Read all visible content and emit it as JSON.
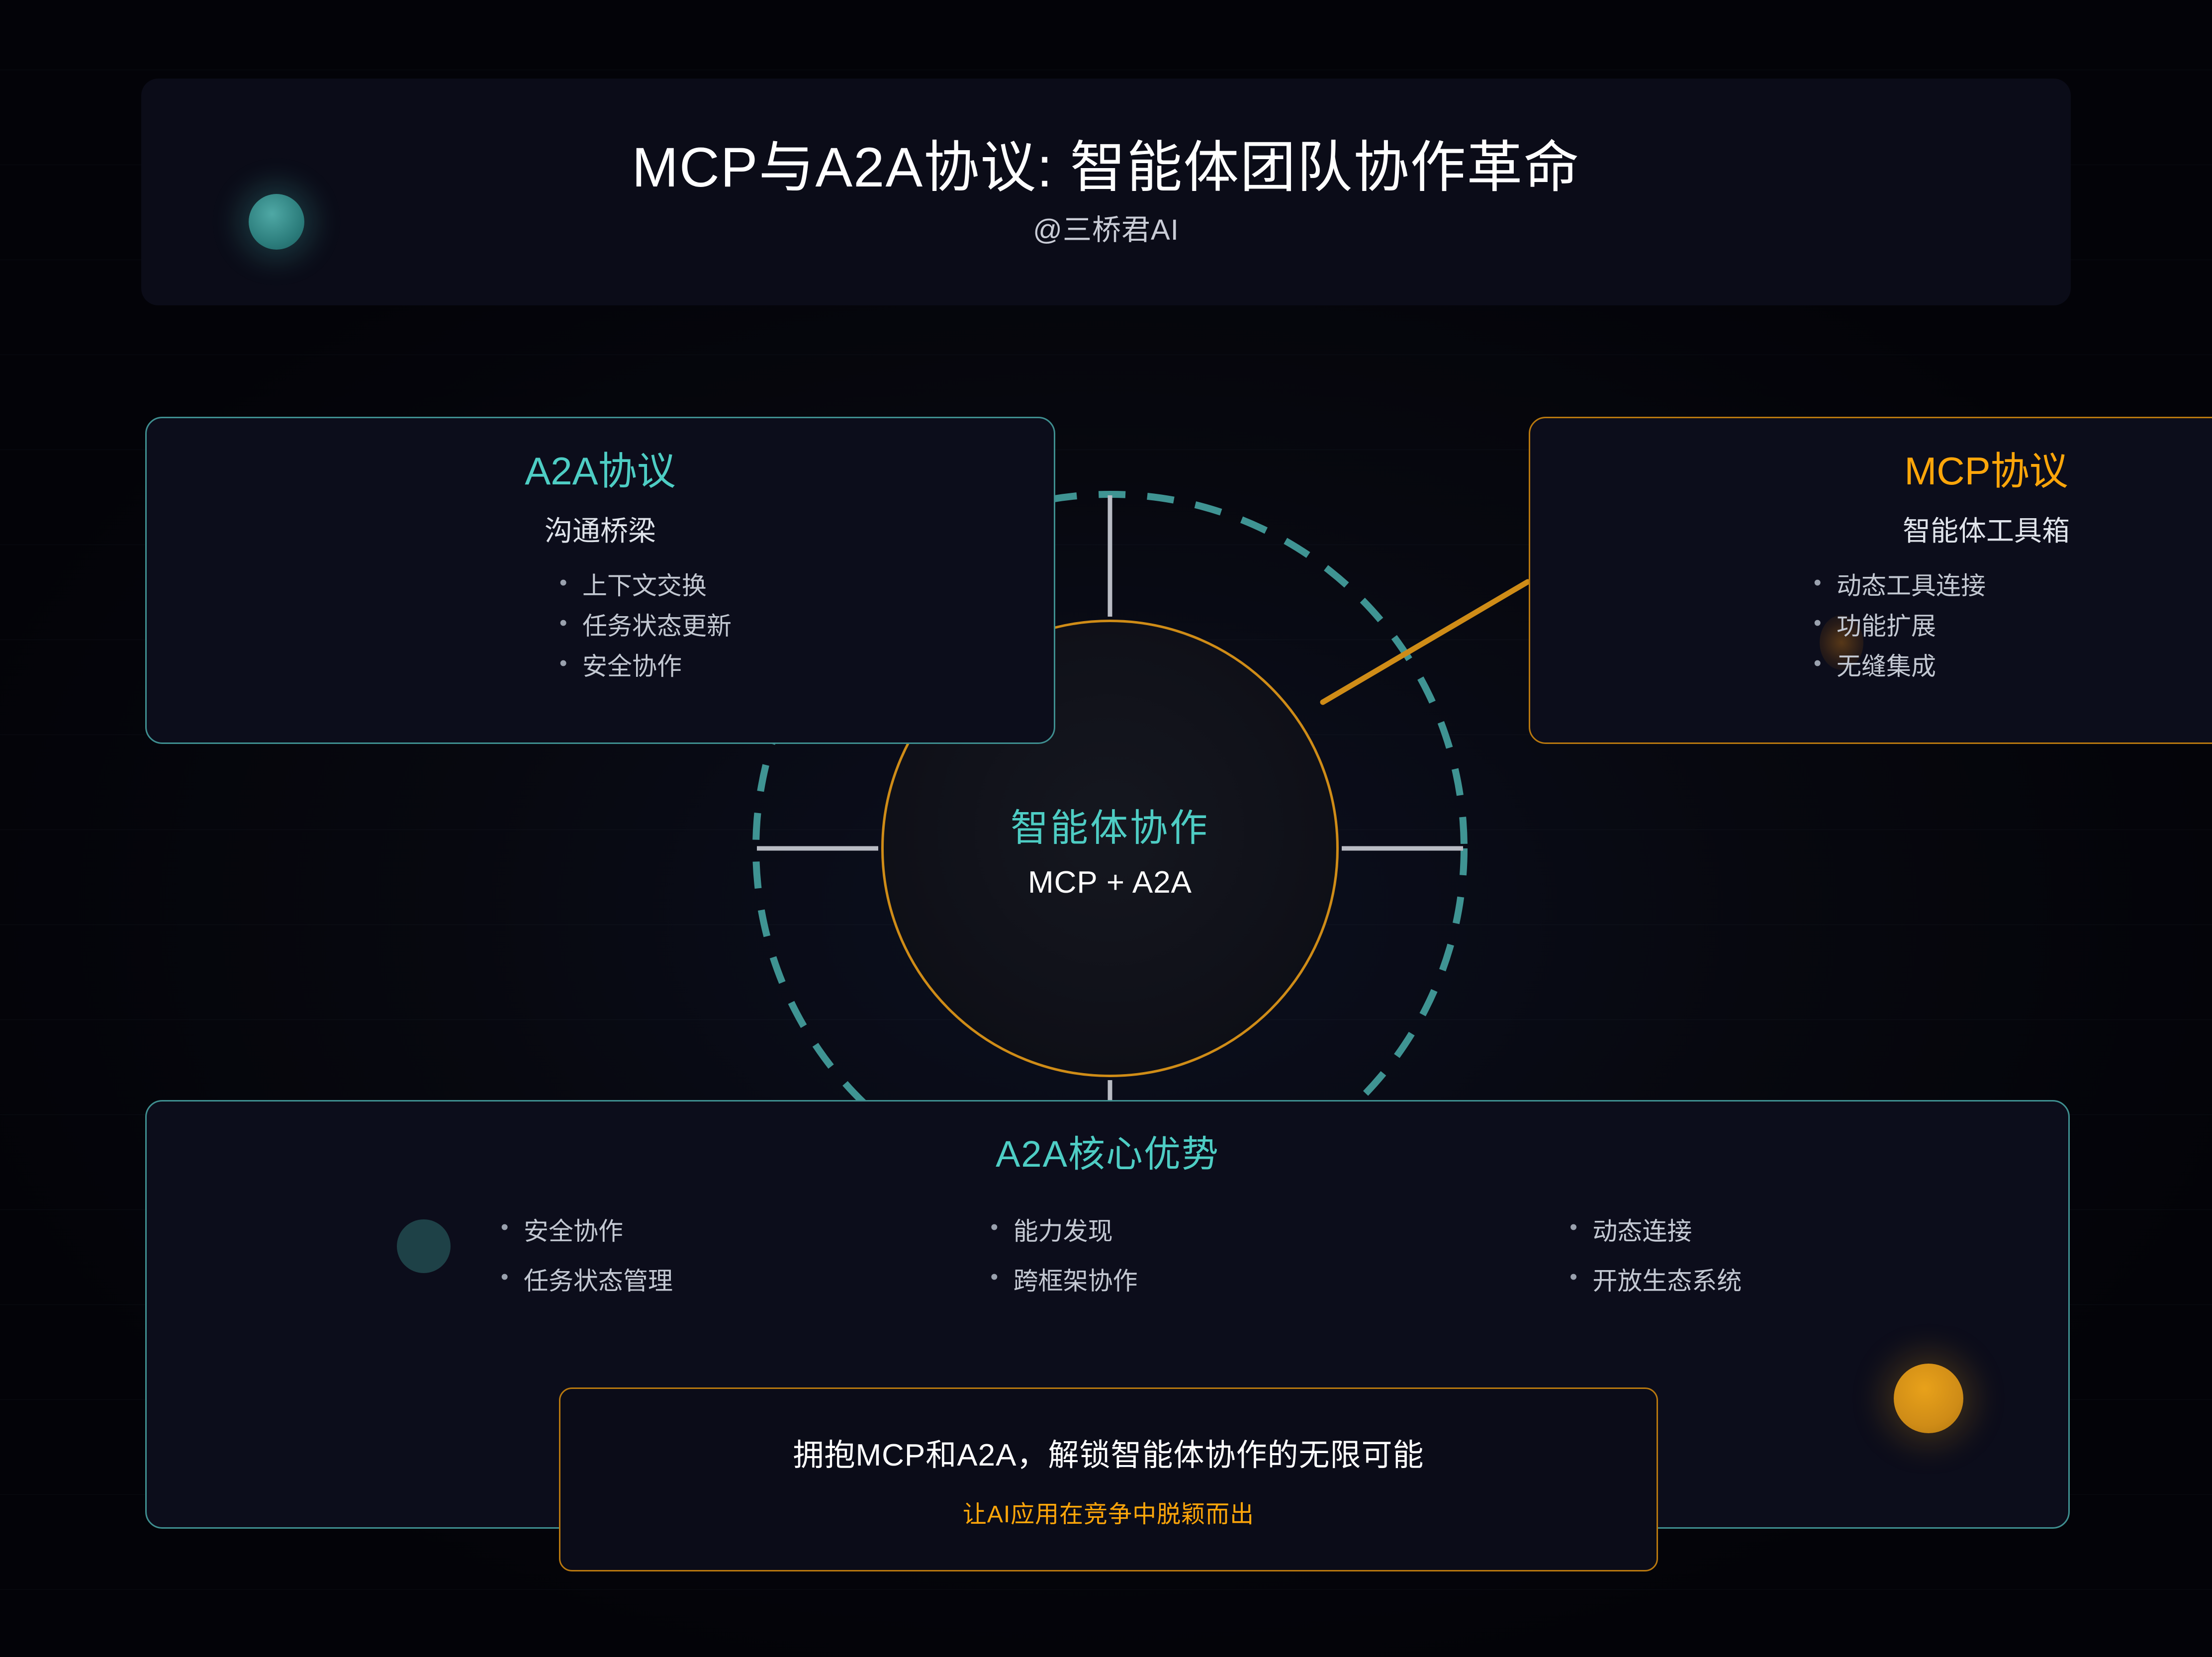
{
  "colors": {
    "teal": "#4ecdc4",
    "orange": "#ffa60a",
    "card_bg": "#0c0d1b",
    "page_bg": "#05050c",
    "text": "#c3c8d2"
  },
  "title_card": {
    "title": "MCP与A2A协议: 智能体团队协作革命",
    "subtitle": "@三桥君AI"
  },
  "a2a_card": {
    "title": "A2A协议",
    "subtitle": "沟通桥梁",
    "bullets": [
      "上下文交换",
      "任务状态更新",
      "安全协作"
    ]
  },
  "mcp_card": {
    "title": "MCP协议",
    "subtitle": "智能体工具箱",
    "bullets": [
      "动态工具连接",
      "功能扩展",
      "无缝集成"
    ]
  },
  "hub": {
    "title": "智能体协作",
    "subtitle": "MCP + A2A"
  },
  "advantages": {
    "title": "A2A核心优势",
    "columns": [
      {
        "items": [
          "安全协作",
          "任务状态管理"
        ]
      },
      {
        "items": [
          "能力发现",
          "跨框架协作"
        ]
      },
      {
        "items": [
          "动态连接",
          "开放生态系统"
        ]
      }
    ]
  },
  "cta": {
    "main": "拥抱MCP和A2A，解锁智能体协作的无限可能",
    "sub": "让AI应用在竞争中脱颖而出"
  }
}
